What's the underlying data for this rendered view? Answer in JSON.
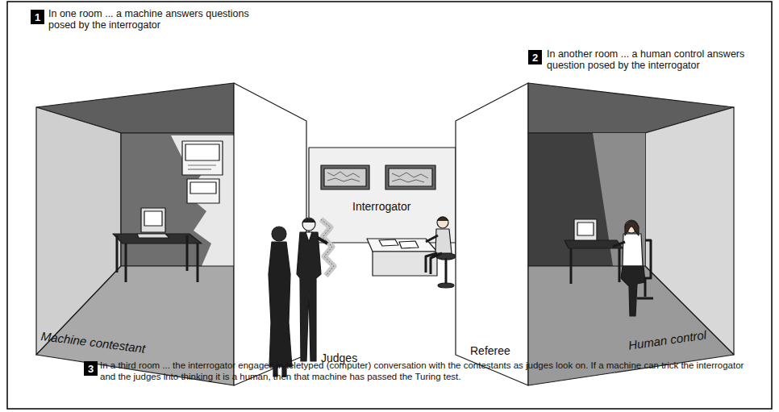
{
  "diagram": {
    "nodes": [
      {
        "text": [
          "1"
        ]
      },
      {
        "text": [
          "2"
        ]
      },
      {
        "text": [
          "3"
        ]
      }
    ],
    "labels": [
      "In one room ... a machine answers questions posed by the interrogator",
      "In another room ... a human control answers question posed by the interrogator",
      "Interrogator",
      "Machine contestant",
      "Judges",
      "Referee",
      "Human control",
      "In a third room ... the interrogator engages in teletyped (computer) conversation with the contestants as judges look on. If a machine can trick the interrogator and the judges into thinking it is a human, then that machine has passed the Turing test."
    ]
  }
}
